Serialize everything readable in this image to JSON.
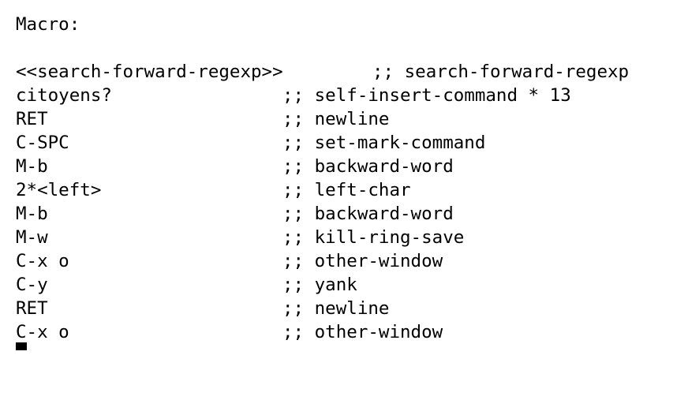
{
  "buffer": {
    "header": "Macro:",
    "lines": [
      {
        "keys": "<<search-forward-regexp>>",
        "comment": ";; search-forward-regexp"
      },
      {
        "keys": "citoyens?",
        "comment": ";; self-insert-command * 13"
      },
      {
        "keys": "RET",
        "comment": ";; newline"
      },
      {
        "keys": "C-SPC",
        "comment": ";; set-mark-command"
      },
      {
        "keys": "M-b",
        "comment": ";; backward-word"
      },
      {
        "keys": "2*<left>",
        "comment": ";; left-char"
      },
      {
        "keys": "M-b",
        "comment": ";; backward-word"
      },
      {
        "keys": "M-w",
        "comment": ";; kill-ring-save"
      },
      {
        "keys": "C-x o",
        "comment": ";; other-window"
      },
      {
        "keys": "C-y",
        "comment": ";; yank"
      },
      {
        "keys": "RET",
        "comment": ";; newline"
      },
      {
        "keys": "C-x o",
        "comment": ";; other-window"
      }
    ]
  }
}
